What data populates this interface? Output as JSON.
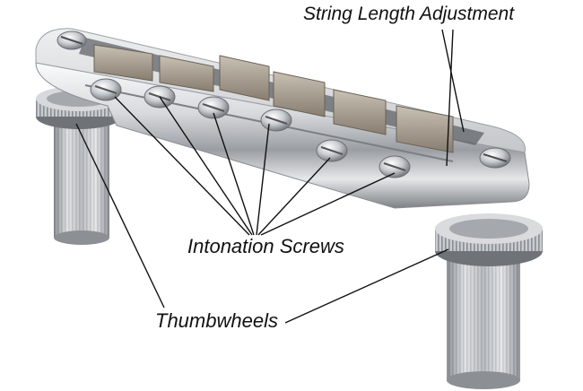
{
  "labels": {
    "string_length_adjustment": "String Length Adjustment",
    "intonation_screws": "Intonation Screws",
    "thumbwheels": "Thumbwheels"
  }
}
